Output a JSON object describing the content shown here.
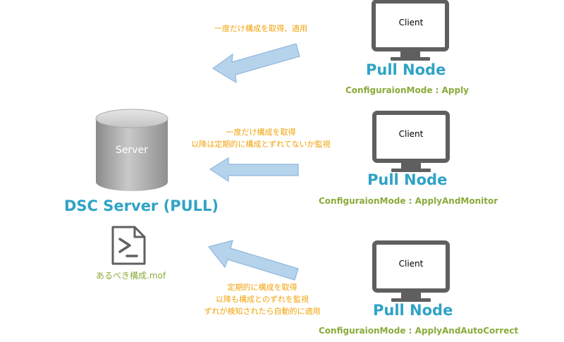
{
  "server": {
    "cylinder_label": "Server",
    "title": "DSC Server (PULL)",
    "mof_label": "あるべき構成.mof"
  },
  "colors": {
    "title_blue": "#2fa3c6",
    "mode_green": "#8aaa3a",
    "note_orange": "#f0a30a",
    "arrow_fill": "#b6d3ec",
    "arrow_stroke": "#8fb8dd",
    "monitor_gray": "#5f5f5f"
  },
  "nodes": [
    {
      "client_label": "Client",
      "title": "Pull Node",
      "mode": "ConfiguraionMode : Apply",
      "arrow_note": [
        "一度だけ構成を取得、適用"
      ]
    },
    {
      "client_label": "Client",
      "title": "Pull Node",
      "mode": "ConfiguraionMode : ApplyAndMonitor",
      "arrow_note": [
        "一度だけ構成を取得",
        "以降は定期的に構成とずれてないか監視"
      ]
    },
    {
      "client_label": "Client",
      "title": "Pull Node",
      "mode": "ConfiguraionMode : ApplyAndAutoCorrect",
      "arrow_note": [
        "定期的に構成を取得",
        "以降も構成とのずれを監視",
        "ずれが検知されたら自動的に適用"
      ]
    }
  ]
}
